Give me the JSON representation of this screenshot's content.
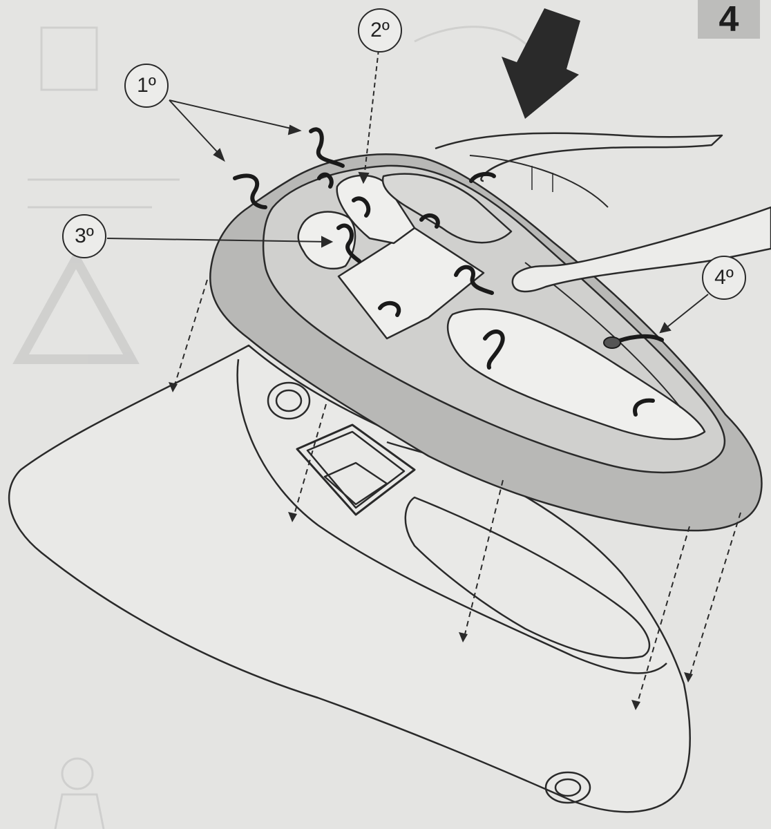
{
  "page": {
    "step_number": "4"
  },
  "callouts": [
    {
      "label": "1º"
    },
    {
      "label": "2º"
    },
    {
      "label": "3º"
    },
    {
      "label": "4º"
    }
  ],
  "colors": {
    "background": "#e4e4e2",
    "bezel_fill": "#b8b8b6",
    "line": "#2a2a2a",
    "clip": "#1a1a1a",
    "badge": "#bdbdbb"
  },
  "icons": [
    "push-down-arrow-icon",
    "warning-triangle-icon",
    "finger-hand-icon",
    "clip-icon"
  ]
}
